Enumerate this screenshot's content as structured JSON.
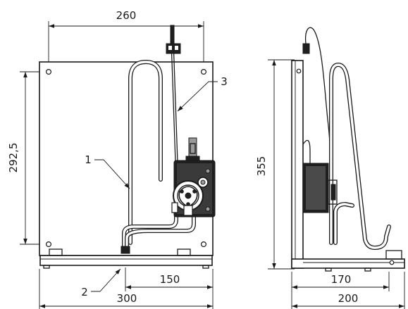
{
  "front_view": {
    "dim_hole_spacing_horizontal": "260",
    "dim_hole_spacing_vertical": "292,5",
    "dim_base_depth_partial": "150",
    "dim_overall_width": "300"
  },
  "side_view": {
    "dim_overall_height": "355",
    "dim_base_partial": "170",
    "dim_overall_depth": "200"
  },
  "callouts": [
    {
      "label": "1"
    },
    {
      "label": "2"
    },
    {
      "label": "3"
    }
  ]
}
